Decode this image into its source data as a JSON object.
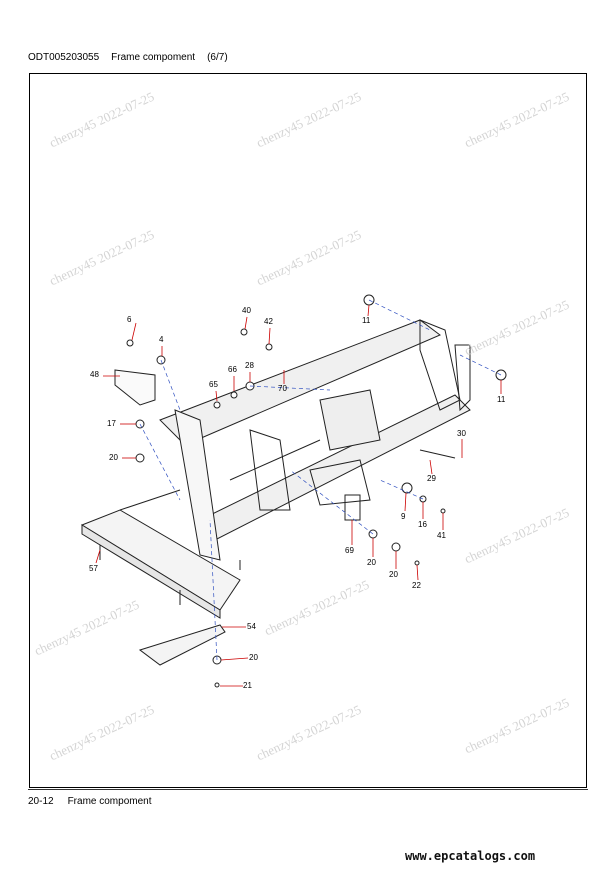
{
  "header": {
    "code": "ODT005203055",
    "title": "Frame compoment",
    "page": "(6/7)"
  },
  "watermark": "chenzy45 2022-07-25",
  "callouts": [
    "6",
    "4",
    "48",
    "40",
    "42",
    "28",
    "66",
    "65",
    "70",
    "11",
    "11",
    "17",
    "20",
    "30",
    "29",
    "9",
    "16",
    "41",
    "69",
    "20",
    "20",
    "22",
    "57",
    "54",
    "20",
    "21"
  ],
  "footer": {
    "page_number": "20-12",
    "section": "Frame compoment"
  },
  "site": "www.epcatalogs.com",
  "colors": {
    "leader": "#cc0000",
    "line": "#222222"
  }
}
